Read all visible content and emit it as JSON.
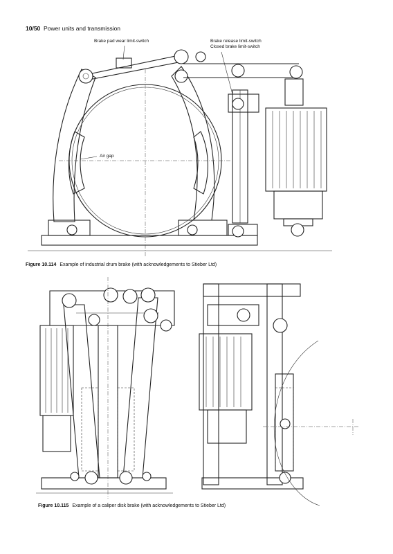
{
  "header": {
    "page_number": "10/50",
    "section_title": "Power units and transmission"
  },
  "figure_114": {
    "labels": {
      "pad_wear": "Brake pad wear limit-switch",
      "release_1": "Brake release limit-switch",
      "release_2": "Closed brake limit-switch",
      "air_gap": "Air gap"
    },
    "caption_number": "Figure 10.114",
    "caption_text": "Example of industrial drum brake (with acknowledgements to Stieber Ltd)"
  },
  "figure_115": {
    "caption_number": "Figure 10.115",
    "caption_text": "Example of a caliper disk brake (with acknowledgements to Stieber Ltd)"
  }
}
